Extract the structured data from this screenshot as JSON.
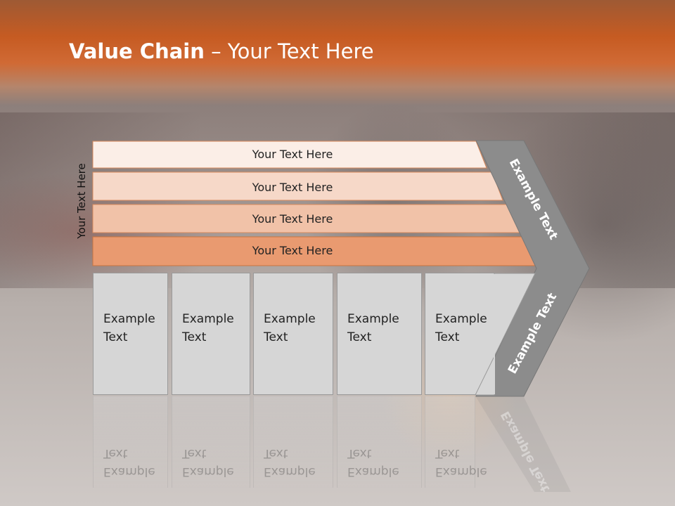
{
  "slide": {
    "title_bold": "Value Chain",
    "title_rest": " – Your Text Here",
    "vertical_label": "Your Text Here"
  },
  "bars": [
    {
      "label": "Your Text Here",
      "color": "#fbeee7"
    },
    {
      "label": "Your Text Here",
      "color": "#f6d8c8"
    },
    {
      "label": "Your Text Here",
      "color": "#f1c2a8"
    },
    {
      "label": "Your Text Here",
      "color": "#e99a70"
    }
  ],
  "columns": [
    {
      "line1": "Example",
      "line2": "Text"
    },
    {
      "line1": "Example",
      "line2": "Text"
    },
    {
      "line1": "Example",
      "line2": "Text"
    },
    {
      "line1": "Example",
      "line2": "Text"
    },
    {
      "line1": "Example",
      "line2": "Text"
    }
  ],
  "chevron": {
    "upper_label": "Example Text",
    "lower_label": "Example Text",
    "color": "#8c8c8c"
  }
}
